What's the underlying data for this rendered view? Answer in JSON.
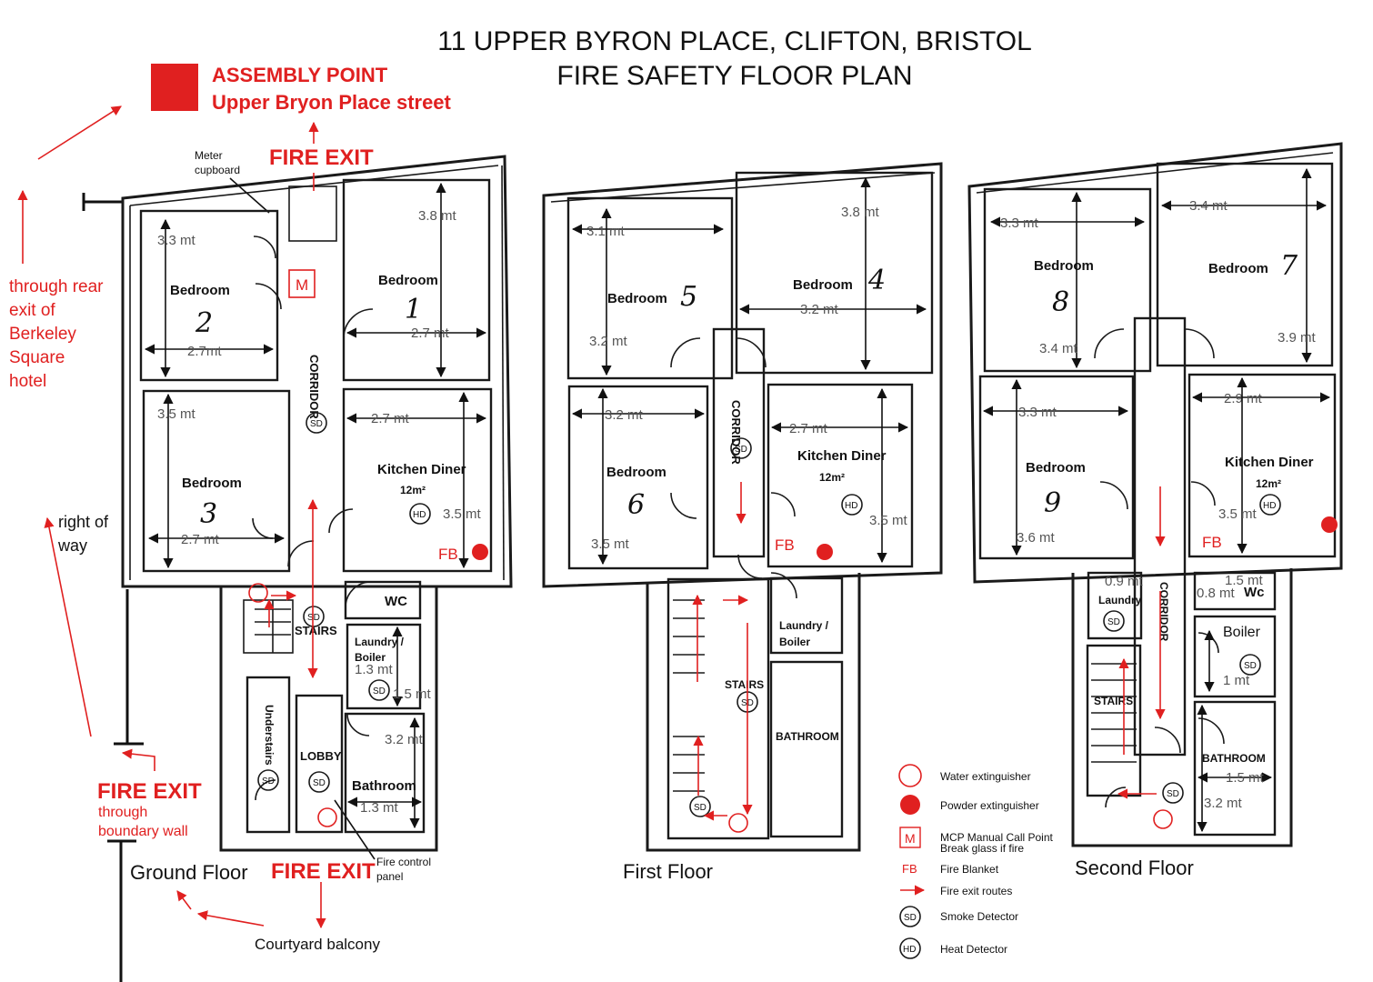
{
  "title": {
    "line1": "11 UPPER BYRON PLACE, CLIFTON, BRISTOL",
    "line2": "FIRE SAFETY FLOOR PLAN"
  },
  "assembly": {
    "heading": "ASSEMBLY POINT",
    "location": "Upper Bryon Place street"
  },
  "exits": {
    "top": "FIRE EXIT",
    "bottom": "FIRE EXIT",
    "left": "FIRE EXIT",
    "left_sub1": "through",
    "left_sub2": "boundary wall",
    "rear1": "through rear",
    "rear2": "exit of",
    "rear3": "Berkeley",
    "rear4": "Square",
    "rear5": "hotel"
  },
  "labels": {
    "meter1": "Meter",
    "meter2": "cupboard",
    "right_of_way1": "right of",
    "right_of_way2": "way",
    "courtyard": "Courtyard balcony",
    "fire_control1": "Fire control",
    "fire_control2": "panel",
    "corridor": "CORRIDOR",
    "corridor_first": "CORRIDOR",
    "corridor_second": "CORRIDOR"
  },
  "floors": {
    "ground": "Ground Floor",
    "first": "First Floor",
    "second": "Second Floor"
  },
  "ground": {
    "bedroom2": "Bedroom",
    "num2": "2",
    "bedroom1": "Bedroom",
    "num1": "1",
    "bedroom3": "Bedroom",
    "num3": "3",
    "kitchen": "Kitchen Diner",
    "kitchen_area": "12m²",
    "wc": "WC",
    "stairs": "STAIRS",
    "laundry1": "Laundry /",
    "laundry2": "Boiler",
    "understairs": "Understairs",
    "lobby": "LOBBY",
    "bathroom": "Bathroom",
    "mcp": "M",
    "d_b2_w": "3.3 mt",
    "d_b2_l": "2.7mt",
    "d_b1_h": "3.8 mt",
    "d_b1_w": "2.7 mt",
    "d_b3_h": "3.5 mt",
    "d_b3_w": "2.7 mt",
    "d_k_w": "2.7 mt",
    "d_k_h": "3.5 mt",
    "d_l_w": "1.3 mt",
    "d_l_h": "1.5 mt",
    "d_bath_h": "3.2 mt",
    "d_bath_w": "1.3 mt",
    "fb": "FB"
  },
  "first": {
    "bedroom5": "Bedroom",
    "num5": "5",
    "bedroom4": "Bedroom",
    "num4": "4",
    "bedroom6": "Bedroom",
    "num6": "6",
    "kitchen": "Kitchen Diner",
    "kitchen_area": "12m²",
    "laundry1": "Laundry /",
    "laundry2": "Boiler",
    "stairs": "STAIRS",
    "bathroom": "BATHROOM",
    "d_b5_w": "3.1 mt",
    "d_b5_h": "3.2 mt",
    "d_b4_h": "3.8 mt",
    "d_b4_w": "3.2 mt",
    "d_b6_w": "3.2 mt",
    "d_b6_h": "3.5 mt",
    "d_k_w": "2.7 mt",
    "d_k_h": "3.5 mt",
    "fb": "FB"
  },
  "second": {
    "bedroom8": "Bedroom",
    "num8": "8",
    "bedroom7": "Bedroom",
    "num7": "7",
    "bedroom9": "Bedroom",
    "num9": "9",
    "kitchen": "Kitchen Diner",
    "kitchen_area": "12m²",
    "laundry": "Laundry",
    "wc": "Wc",
    "boiler": "Boiler",
    "stairs": "STAIRS",
    "bathroom": "BATHROOM",
    "d_b8_w": "3.3 mt",
    "d_b8_h": "3.4 mt",
    "d_b7_w": "3.4 mt",
    "d_b7_h": "3.9 mt",
    "d_b9_w": "3.3 mt",
    "d_b9_h": "3.6 mt",
    "d_k_w": "2.9 mt",
    "d_k_h": "3.5 mt",
    "d_laundry": "0.9 mt",
    "d_wc1": "1.5 mt",
    "d_wc2": "0.8 mt",
    "d_boiler": "1 mt",
    "d_bath_w": "1.5 mt",
    "d_bath_h": "3.2 mt",
    "fb": "FB"
  },
  "legend": {
    "water": "Water extinguisher",
    "powder": "Powder extinguisher",
    "mcp_symbol": "M",
    "mcp1": "MCP Manual Call Point",
    "mcp2": "Break glass if fire",
    "fb_symbol": "FB",
    "fb": "Fire Blanket",
    "routes": "Fire exit routes",
    "sd_symbol": "SD",
    "sd": "Smoke Detector",
    "hd_symbol": "HD",
    "hd": "Heat Detector"
  },
  "detectors": {
    "sd": "SD",
    "hd": "HD"
  },
  "colors": {
    "red": "#e02020",
    "line": "#1a1a1a"
  }
}
